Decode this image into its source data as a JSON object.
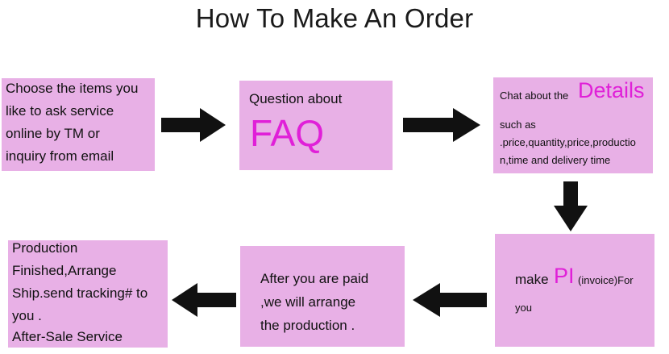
{
  "title": "How To Make An Order",
  "colors": {
    "box_fill": "#e8b0e6",
    "highlight": "#e020d8",
    "arrow": "#111111"
  },
  "steps": {
    "step1": {
      "lines": [
        "Choose the items you",
        "like to ask service",
        "online by TM or",
        "inquiry from email"
      ]
    },
    "step2": {
      "line1": "Question about",
      "big": "FAQ"
    },
    "step3": {
      "prefix": "Chat about the",
      "big": "Details",
      "lines": [
        "such as",
        ".price,quantity,price,productio",
        "n,time and delivery time"
      ]
    },
    "step4": {
      "prefix": "make",
      "big": "PI",
      "suffix": "(invoice)For",
      "line2": "you"
    },
    "step5": {
      "lines": [
        "After you are paid",
        ",we will arrange",
        "the production ."
      ]
    },
    "step6": {
      "lines": [
        "Production",
        "Finished,Arrange",
        "Ship.send tracking# to",
        "you .",
        "After-Sale Service"
      ]
    }
  },
  "arrows": [
    "right-arrow",
    "right-arrow",
    "down-arrow",
    "left-arrow",
    "left-arrow"
  ]
}
